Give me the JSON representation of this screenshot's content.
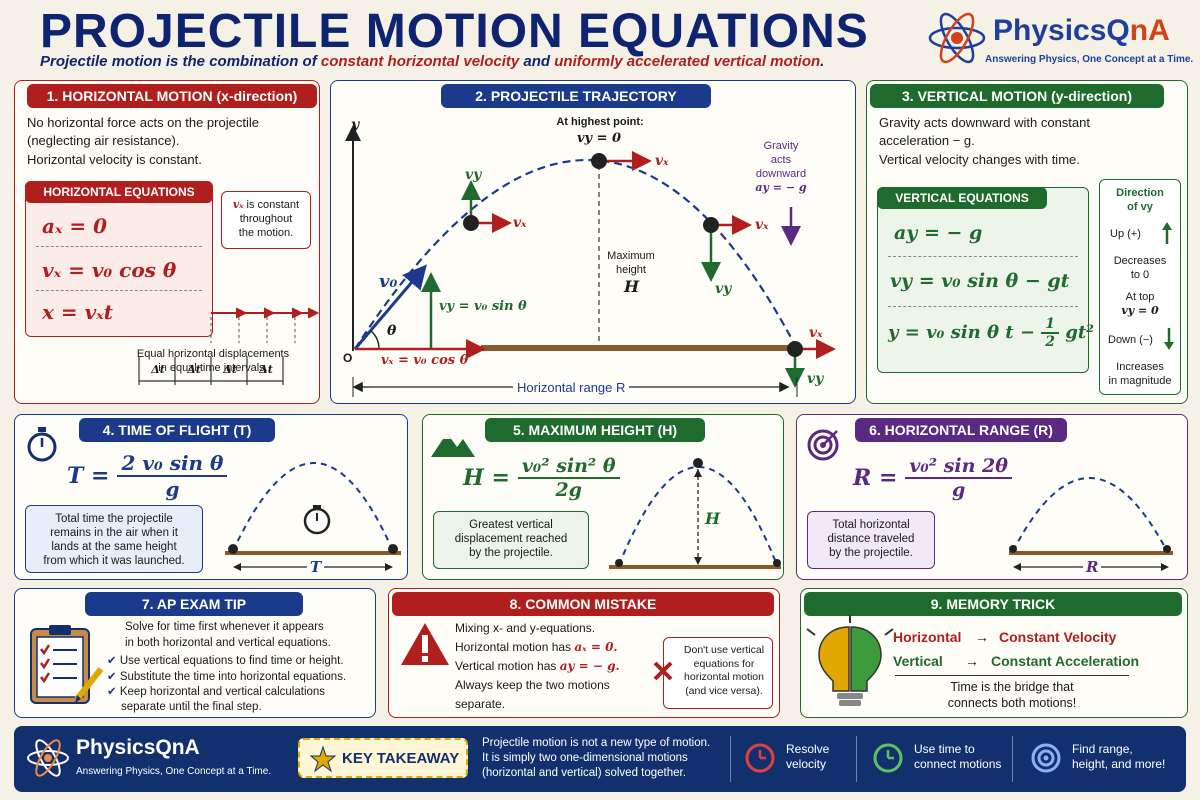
{
  "header": {
    "title": "PROJECTILE MOTION EQUATIONS",
    "subtitle_a": "Projectile motion is the combination of ",
    "subtitle_b": "constant horizontal velocity",
    "subtitle_c": " and ",
    "subtitle_d": "uniformly accelerated vertical motion",
    "subtitle_e": ".",
    "brand_a": "PhysicsQ",
    "brand_b": "nA",
    "tagline": "Answering Physics, One Concept at a Time."
  },
  "p1": {
    "title": "1. HORIZONTAL MOTION (x-direction)",
    "desc1": "No horizontal force acts on the projectile",
    "desc2": "(neglecting air resistance).",
    "desc3": "Horizontal velocity is constant.",
    "eq_title": "HORIZONTAL EQUATIONS",
    "eq1": "aₓ = 0",
    "eq2": "vₓ = v₀ cos θ",
    "eq3": "x = vₓt",
    "note_a": "vₓ",
    "note_b": " is constant",
    "note_c": "throughout",
    "note_d": "the motion.",
    "disp1": "Equal horizontal displacements",
    "disp2": "in equal time intervals.",
    "dt": "Δt"
  },
  "p2": {
    "title": "2. PROJECTILE TRAJECTORY",
    "y": "y",
    "o": "O",
    "v0": "v₀",
    "theta": "θ",
    "vx": "vₓ",
    "vy": "vy",
    "vy_eq": "vy = v₀ sin θ",
    "vx_eq": "vₓ = v₀ cos θ",
    "top1": "At highest point:",
    "top2": "vy = 0",
    "max1": "Maximum",
    "max2": "height",
    "H": "H",
    "grav1": "Gravity",
    "grav2": "acts",
    "grav3": "downward",
    "grav4": "ay = − g",
    "range": "Horizontal range R"
  },
  "p3": {
    "title": "3. VERTICAL MOTION (y-direction)",
    "desc1": "Gravity acts downward with constant",
    "desc2": "acceleration − g.",
    "desc3": "Vertical velocity changes with time.",
    "eq_title": "VERTICAL EQUATIONS",
    "eq1": "ay = − g",
    "eq2": "vy = v₀ sin θ − gt",
    "eq3a": "y = v₀ sin θ t −",
    "eq3n": "1",
    "eq3d": "2",
    "eq3b": "gt²",
    "dir1": "Direction",
    "dir2": "of vy",
    "up": "Up (+)",
    "dec1": "Decreases",
    "dec2": "to 0",
    "attop1": "At top",
    "attop2": "vy = 0",
    "down": "Down (−)",
    "inc1": "Increases",
    "inc2": "in magnitude"
  },
  "p4": {
    "title": "4. TIME OF FLIGHT (T)",
    "lhs": "T =",
    "num": "2 v₀ sin θ",
    "den": "g",
    "d1": "Total time the projectile",
    "d2": "remains in the air when it",
    "d3": "lands at the same height",
    "d4": "from which it was launched.",
    "T": "T"
  },
  "p5": {
    "title": "5. MAXIMUM HEIGHT (H)",
    "lhs": "H =",
    "num": "v₀² sin² θ",
    "den": "2g",
    "d1": "Greatest vertical",
    "d2": "displacement reached",
    "d3": "by the projectile.",
    "H": "H"
  },
  "p6": {
    "title": "6. HORIZONTAL RANGE (R)",
    "lhs": "R =",
    "num": "v₀² sin 2θ",
    "den": "g",
    "d1": "Total horizontal",
    "d2": "distance traveled",
    "d3": "by the projectile.",
    "R": "R"
  },
  "p7": {
    "title": "7. AP EXAM TIP",
    "t1": "Solve for time first whenever it appears",
    "t2": "in both horizontal and vertical equations.",
    "b1": "Use vertical equations to find time or height.",
    "b2": "Substitute the time into horizontal equations.",
    "b3": "Keep horizontal and vertical calculations",
    "b3b": "separate until the final step."
  },
  "p8": {
    "title": "8. COMMON MISTAKE",
    "l1": "Mixing x- and y-equations.",
    "l2a": "Horizontal motion has ",
    "l2b": "aₓ = 0.",
    "l3a": "Vertical motion has ",
    "l3b": "ay = − g.",
    "l4": "Always keep the two motions",
    "l5": "separate.",
    "n1": "Don't use vertical",
    "n2": "equations for",
    "n3": "horizontal motion",
    "n4": "(and vice versa)."
  },
  "p9": {
    "title": "9. MEMORY TRICK",
    "h": "Horizontal",
    "arrow": "→",
    "cv": "Constant Velocity",
    "v": "Vertical",
    "ca": "Constant Acceleration",
    "b1": "Time is the bridge that",
    "b2": "connects both motions!"
  },
  "footer": {
    "brand_a": "PhysicsQ",
    "brand_b": "nA",
    "tagline": "Answering Physics, One Concept at a Time.",
    "key": "KEY TAKEAWAY",
    "k1": "Projectile motion is not a new type of motion.",
    "k2": "It is simply two one-dimensional motions",
    "k3": "(horizontal and vertical) solved together.",
    "a1": "Resolve",
    "a2": "velocity",
    "b1": "Use time to",
    "b2": "connect motions",
    "c1": "Find range,",
    "c2": "height, and more!"
  }
}
